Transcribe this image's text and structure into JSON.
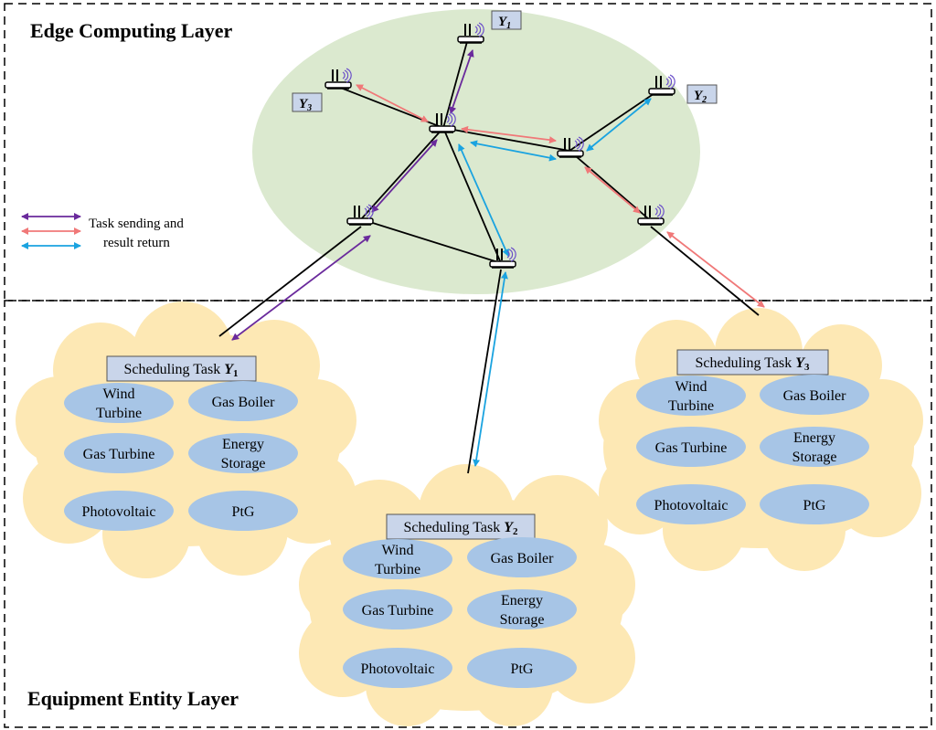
{
  "layers": {
    "edge": "Edge Computing Layer",
    "equipment": "Equipment Entity Layer"
  },
  "legend": {
    "line1": "Task sending and",
    "line2": "result return"
  },
  "colors": {
    "purple": "#6a2a9c",
    "salmon": "#f07878",
    "cyan": "#1aa3e0",
    "edge_fill": "#dbe9cf",
    "cloud_fill": "#fde8b4",
    "ellipse_fill": "#a7c5e6",
    "label_fill": "#c9d5ea"
  },
  "node_labels": {
    "y1": {
      "base": "Y",
      "sub": "1"
    },
    "y2": {
      "base": "Y",
      "sub": "2"
    },
    "y3": {
      "base": "Y",
      "sub": "3"
    }
  },
  "tasks": {
    "t1": {
      "prefix": "Scheduling Task ",
      "base": "Y",
      "sub": "1"
    },
    "t2": {
      "prefix": "Scheduling Task ",
      "base": "Y",
      "sub": "2"
    },
    "t3": {
      "prefix": "Scheduling Task ",
      "base": "Y",
      "sub": "3"
    }
  },
  "equipment": {
    "wind_1": "Wind",
    "wind_2": "Turbine",
    "gas_boiler": "Gas Boiler",
    "gas_turbine": "Gas Turbine",
    "energy_1": "Energy",
    "energy_2": "Storage",
    "pv": "Photovoltaic",
    "ptg": "PtG"
  }
}
